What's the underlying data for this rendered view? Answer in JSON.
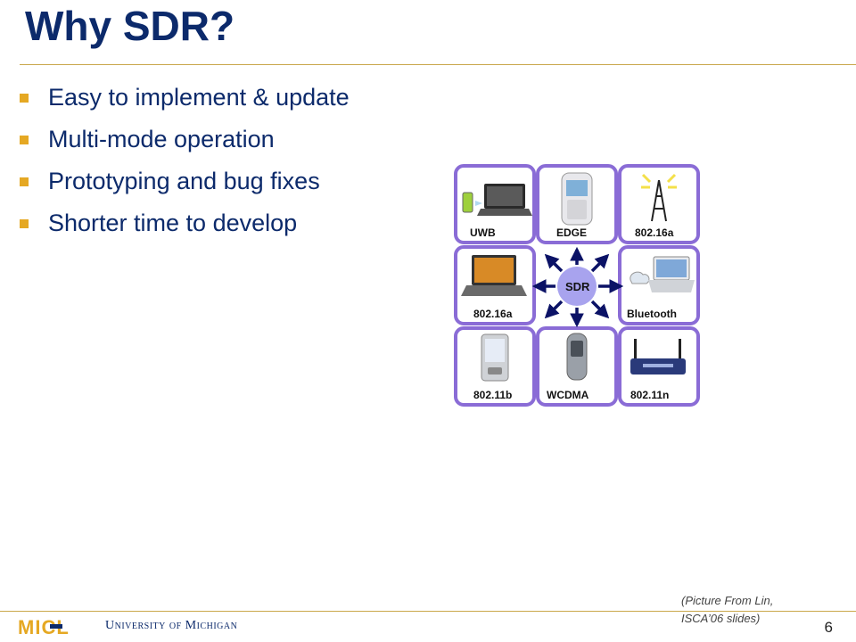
{
  "slide": {
    "title": "Why SDR?",
    "bullets": [
      "Easy to implement & update",
      "Multi-mode operation",
      "Prototyping and bug fixes",
      "Shorter time to develop"
    ]
  },
  "figure": {
    "center_label": "SDR",
    "cells": [
      {
        "label": "UWB",
        "icon": "media-player-laptop-icon"
      },
      {
        "label": "EDGE",
        "icon": "cell-phone-icon"
      },
      {
        "label": "802.16a",
        "icon": "radio-tower-icon"
      },
      {
        "label": "802.16a",
        "icon": "laptop-icon"
      },
      {
        "label": "Bluetooth",
        "icon": "bluetooth-laptop-icon"
      },
      {
        "label": "802.11b",
        "icon": "pda-icon"
      },
      {
        "label": "WCDMA",
        "icon": "flip-phone-icon"
      },
      {
        "label": "802.11n",
        "icon": "wireless-router-icon"
      }
    ],
    "caption_lines": [
      "(Picture From Lin,",
      "ISCA’06 slides)"
    ]
  },
  "footer": {
    "logo_text": "MICL",
    "university": "University of Michigan",
    "page_number": "6"
  },
  "colors": {
    "title": "#0c2a6b",
    "bullet_marker": "#e5a823",
    "rule": "#c9a74a",
    "cell_border": "#8a6cd6",
    "center_circle": "#a8a3ee",
    "arrow": "#0b1266"
  }
}
